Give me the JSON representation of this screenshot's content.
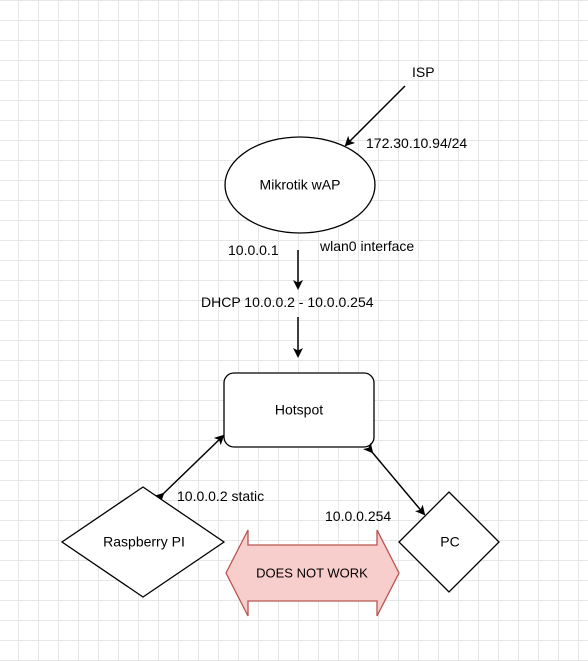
{
  "nodes": {
    "isp": "ISP",
    "router": "Mikrotik wAP",
    "hotspot": "Hotspot",
    "raspberry": "Raspberry PI",
    "pc": "PC"
  },
  "labels": {
    "isp_ip": "172.30.10.94/24",
    "router_ip": "10.0.0.1",
    "wlan": "wlan0 interface",
    "dhcp": "DHCP 10.0.0.2 - 10.0.0.254",
    "raspberry_ip": "10.0.0.2 static",
    "pc_ip": "10.0.0.254"
  },
  "warning": {
    "text": "DOES NOT WORK",
    "fill": "#f8cecc",
    "stroke": "#b85450"
  }
}
